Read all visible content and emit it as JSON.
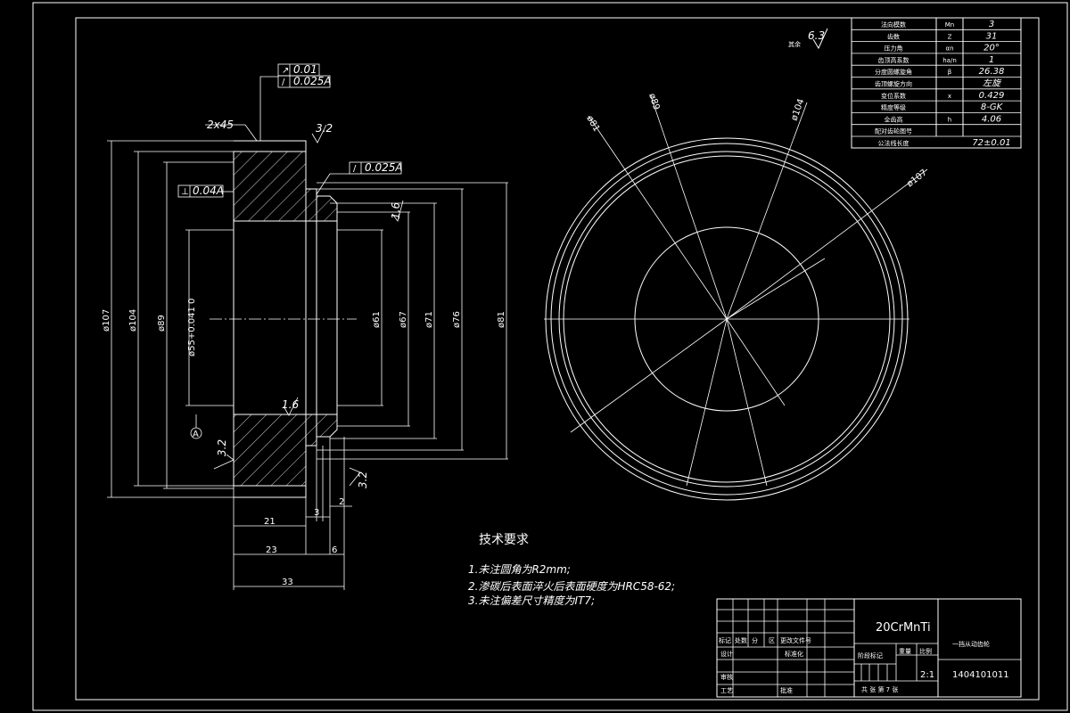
{
  "gear_params": [
    {
      "name": "法向模数",
      "symbol": "Mn",
      "value": "3"
    },
    {
      "name": "齿数",
      "symbol": "Z",
      "value": "31"
    },
    {
      "name": "压力角",
      "symbol": "αn",
      "value": "20°"
    },
    {
      "name": "齿顶高系数",
      "symbol": "ha/n",
      "value": "1"
    },
    {
      "name": "分度圆螺旋角",
      "symbol": "β",
      "value": "26.38"
    },
    {
      "name": "齿顶螺旋方向",
      "symbol": "",
      "value": "左旋"
    },
    {
      "name": "变位系数",
      "symbol": "x",
      "value": "0.429"
    },
    {
      "name": "精度等级",
      "symbol": "",
      "value": "8-GK"
    },
    {
      "name": "全齿高",
      "symbol": "h",
      "value": "4.06"
    },
    {
      "name": "配对齿轮图号",
      "symbol": "",
      "value": ""
    },
    {
      "name": "公法线长度",
      "symbol": "",
      "value": "72±0.01"
    }
  ],
  "roughness_other": {
    "label": "其余",
    "value": "6.3"
  },
  "section_view": {
    "chamfer": "2x45",
    "tol_box_1a": "0.01",
    "tol_box_1b": "0.025A",
    "tol_box_2": "0.025A",
    "tol_box_3": "0.04A",
    "roughness_top": "3.2",
    "roughness_groove": "1.6",
    "roughness_bore": "1.6",
    "roughness_left": "3.2",
    "roughness_right": "3.2",
    "datum": "A",
    "dims_vertical": [
      "ø107",
      "ø104",
      "ø89",
      "ø55+0.041  0",
      "ø61",
      "ø67",
      "ø71",
      "ø76",
      "ø81"
    ],
    "dims_horizontal": [
      "21",
      "3",
      "2",
      "23",
      "6",
      "33"
    ]
  },
  "front_view": {
    "labels": [
      "ø81",
      "ø89",
      "ø104",
      "ø107"
    ]
  },
  "tech_req": {
    "title": "技术要求",
    "items": [
      "1.未注圆角为R2mm;",
      "2.渗碳后表面淬火后表面硬度为HRC58-62;",
      "3.未注偏差尺寸精度为IT7;"
    ]
  },
  "title_block": {
    "material": "20CrMnTi",
    "part_name": "一挡从动齿轮",
    "drawing_no": "1404101011",
    "scale_value": "2:1",
    "count_text": "共  张  第 7 张",
    "h_mark": "标记",
    "h_count": "处数",
    "h_zone": "分",
    "h_zone2": "区",
    "h_doc": "更改文件号",
    "h_design": "设计",
    "h_std": "标准化",
    "h_stage": "阶段标记",
    "h_weight": "重量",
    "h_scale": "比例",
    "h_review": "审核",
    "h_craft": "工艺",
    "h_approve": "批准"
  }
}
